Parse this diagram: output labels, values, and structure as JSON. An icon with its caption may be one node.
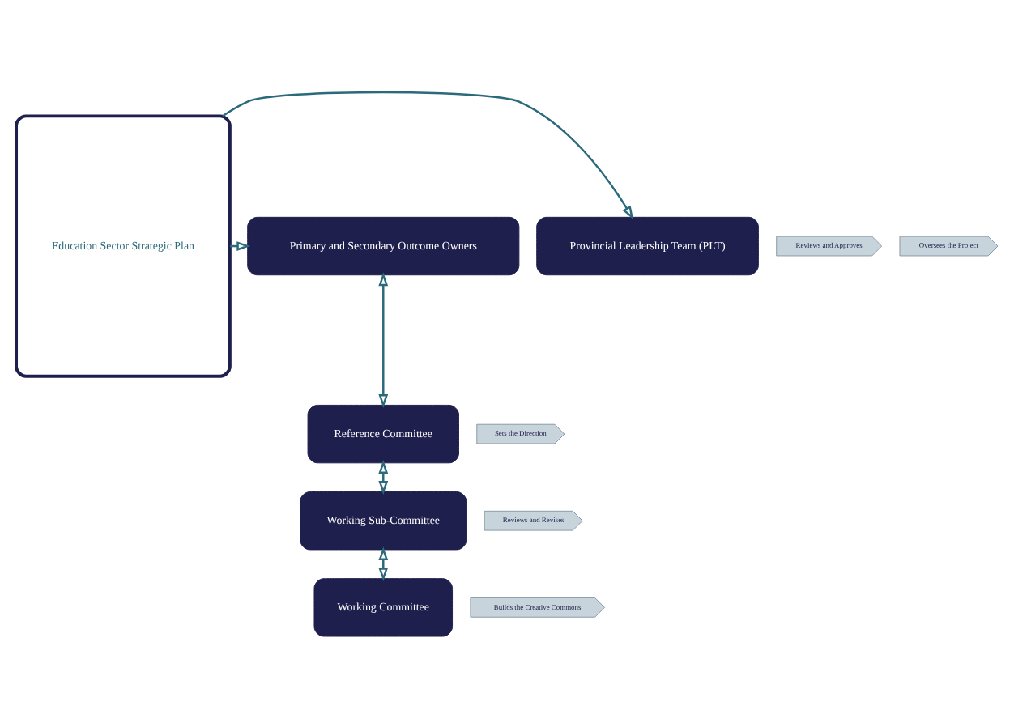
{
  "diagram": {
    "nodes": [
      {
        "text": [
          "Provincial Leadership Team (PLT)"
        ]
      },
      {
        "text": [
          "Reviews and Approves"
        ]
      },
      {
        "text": [
          "Education Sector Strategic Plan"
        ]
      },
      {
        "text": [
          "Primary and Secondary Outcome Owners"
        ]
      },
      {
        "text": [
          "Oversees the Project"
        ]
      },
      {
        "text": [
          "Reference Committee"
        ]
      },
      {
        "text": [
          "Sets the Direction"
        ]
      },
      {
        "text": [
          "Working Sub-Committee"
        ]
      },
      {
        "text": [
          "Reviews and Revises"
        ]
      },
      {
        "text": [
          "Working Committee"
        ]
      },
      {
        "text": [
          "Builds the Creative Commons"
        ]
      }
    ],
    "edges": [
      {
        "from": 2,
        "to": 0,
        "arrow": "to"
      },
      {
        "from": 2,
        "to": 3,
        "arrow": "to"
      },
      {
        "from": 3,
        "to": 5,
        "arrow": "both"
      },
      {
        "from": 5,
        "to": 7,
        "arrow": "both"
      },
      {
        "from": 7,
        "to": 9,
        "arrow": "both"
      }
    ]
  }
}
